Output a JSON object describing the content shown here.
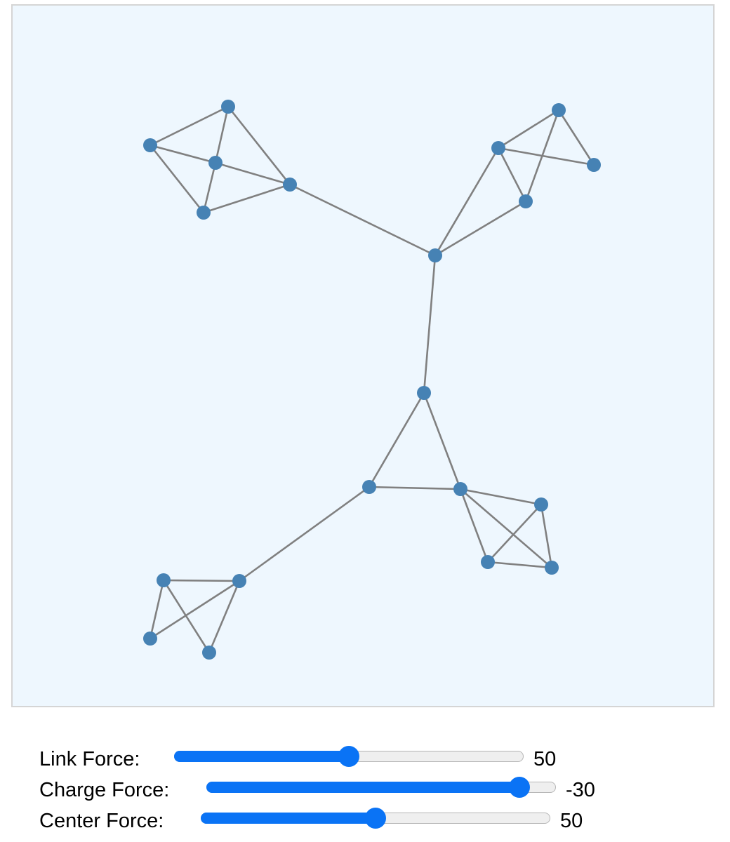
{
  "graph": {
    "node_color": "#4682b4",
    "link_color": "#808080",
    "background": "#eef7fe",
    "nodes": [
      {
        "id": 0
      },
      {
        "id": 1
      },
      {
        "id": 2
      },
      {
        "id": 3
      },
      {
        "id": 4
      },
      {
        "id": 5
      },
      {
        "id": 6
      },
      {
        "id": 7
      },
      {
        "id": 8
      },
      {
        "id": 9
      },
      {
        "id": 10
      },
      {
        "id": 11
      },
      {
        "id": 12
      },
      {
        "id": 13
      },
      {
        "id": 14
      },
      {
        "id": 15
      },
      {
        "id": 16
      },
      {
        "id": 17
      },
      {
        "id": 18
      },
      {
        "id": 19
      }
    ],
    "links": [
      [
        0,
        1
      ],
      [
        0,
        2
      ],
      [
        1,
        2
      ],
      [
        1,
        4
      ],
      [
        2,
        3
      ],
      [
        2,
        4
      ],
      [
        0,
        3
      ],
      [
        3,
        4
      ],
      [
        4,
        5
      ],
      [
        5,
        6
      ],
      [
        5,
        9
      ],
      [
        6,
        7
      ],
      [
        6,
        8
      ],
      [
        6,
        9
      ],
      [
        7,
        8
      ],
      [
        7,
        9
      ],
      [
        5,
        10
      ],
      [
        10,
        11
      ],
      [
        10,
        12
      ],
      [
        11,
        12
      ],
      [
        12,
        13
      ],
      [
        12,
        14
      ],
      [
        12,
        15
      ],
      [
        13,
        14
      ],
      [
        13,
        15
      ],
      [
        14,
        15
      ],
      [
        11,
        16
      ],
      [
        16,
        17
      ],
      [
        16,
        18
      ],
      [
        16,
        19
      ],
      [
        17,
        18
      ],
      [
        17,
        19
      ]
    ]
  },
  "controls": {
    "link_force": {
      "label": "Link Force:",
      "value": "50",
      "fraction": 0.5
    },
    "charge_force": {
      "label": "Charge Force:",
      "value": "-30",
      "fraction": 0.92
    },
    "center_force": {
      "label": "Center Force:",
      "value": "50",
      "fraction": 0.5
    }
  }
}
